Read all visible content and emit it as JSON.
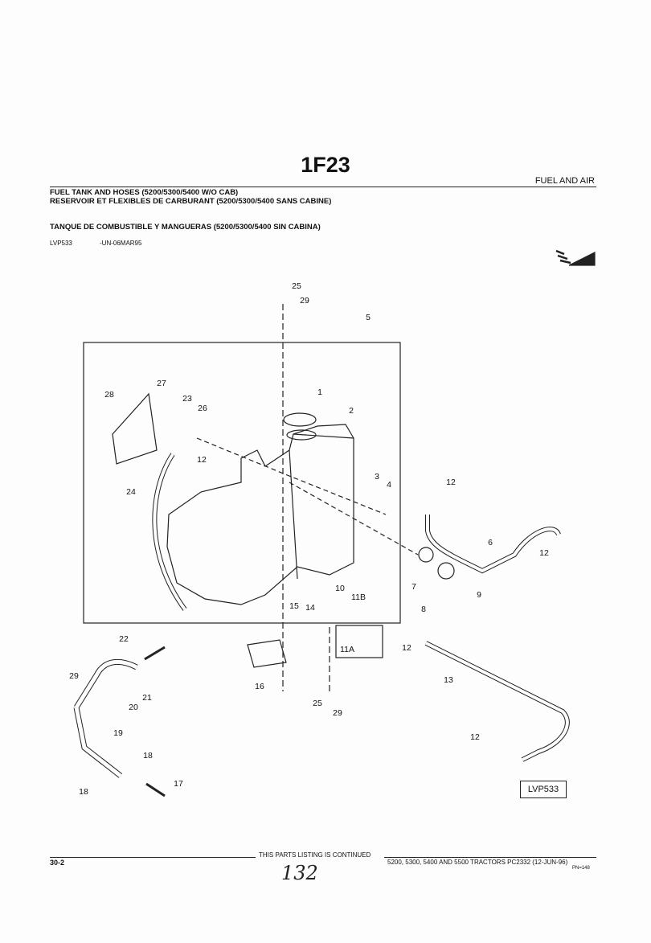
{
  "header": {
    "group_code": "1F23",
    "section": "FUEL AND AIR",
    "title_en": "FUEL TANK AND HOSES (5200/5300/5400 W/O CAB)",
    "title_fr": "RESERVOIR ET FLEXIBLES DE CARBURANT (5200/5300/5400 SANS CABINE)",
    "title_es": "TANQUE DE COMBUSTIBLE Y MANGUERAS (5200/5300/5400 SIN CABINA)",
    "illustration_id": "LVP533",
    "illustration_date": "-UN-06MAR95"
  },
  "diagram": {
    "callouts": [
      "25",
      "29",
      "5",
      "1",
      "2",
      "27",
      "28",
      "23",
      "26",
      "12",
      "24",
      "3",
      "4",
      "12",
      "6",
      "12",
      "7",
      "9",
      "10",
      "11B",
      "15",
      "14",
      "8",
      "11A",
      "12",
      "13",
      "22",
      "29",
      "21",
      "20",
      "16",
      "25",
      "29",
      "19",
      "12",
      "18",
      "18",
      "17"
    ],
    "reference_box": "LVP533"
  },
  "footer": {
    "page": "30-2",
    "continued": "THIS PARTS LISTING IS CONTINUED",
    "models": "5200, 5300, 5400 AND 5500 TRACTORS   PC2332     (12-JUN-96)",
    "pn": "PN=148",
    "handwritten": "132"
  }
}
